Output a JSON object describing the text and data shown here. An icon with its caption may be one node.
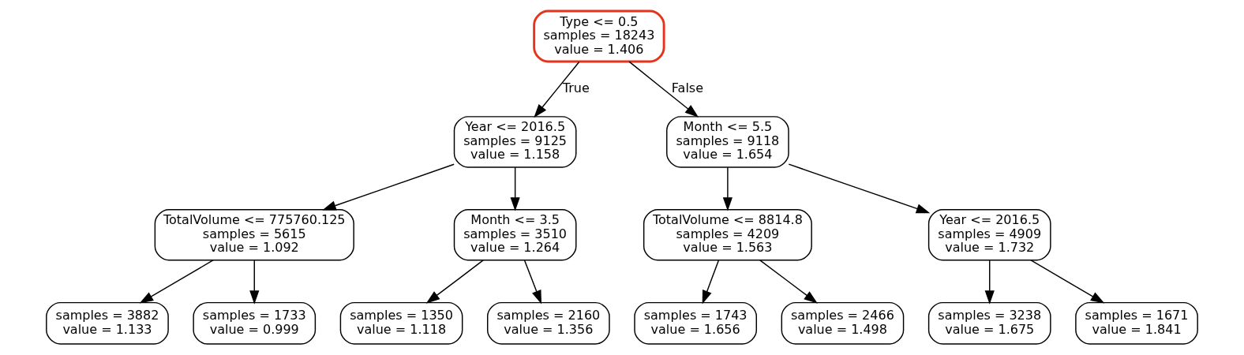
{
  "diagram": {
    "nodes": [
      {
        "text": [
          "Type <= 0.5",
          "samples = 18243",
          "value = 1.406"
        ]
      },
      {
        "text": [
          "Year <= 2016.5",
          "samples = 9125",
          "value = 1.158"
        ]
      },
      {
        "text": [
          "Month <= 5.5",
          "samples = 9118",
          "value = 1.654"
        ]
      },
      {
        "text": [
          "TotalVolume <= 775760.125",
          "samples = 5615",
          "value = 1.092"
        ]
      },
      {
        "text": [
          "Month <= 3.5",
          "samples = 3510",
          "value = 1.264"
        ]
      },
      {
        "text": [
          "TotalVolume <= 8814.8",
          "samples = 4209",
          "value = 1.563"
        ]
      },
      {
        "text": [
          "Year <= 2016.5",
          "samples = 4909",
          "value = 1.732"
        ]
      },
      {
        "text": [
          "samples = 3882",
          "value = 1.133"
        ]
      },
      {
        "text": [
          "samples = 1733",
          "value = 0.999"
        ]
      },
      {
        "text": [
          "samples = 1350",
          "value = 1.118"
        ]
      },
      {
        "text": [
          "samples = 2160",
          "value = 1.356"
        ]
      },
      {
        "text": [
          "samples = 1743",
          "value = 1.656"
        ]
      },
      {
        "text": [
          "samples = 2466",
          "value = 1.498"
        ]
      },
      {
        "text": [
          "samples = 3238",
          "value = 1.675"
        ]
      },
      {
        "text": [
          "samples = 1671",
          "value = 1.841"
        ]
      }
    ],
    "edges": [
      {
        "from": 0,
        "to": 1,
        "arrow": "to",
        "label": "True"
      },
      {
        "from": 0,
        "to": 2,
        "arrow": "to",
        "label": "False"
      },
      {
        "from": 1,
        "to": 3,
        "arrow": "to"
      },
      {
        "from": 1,
        "to": 4,
        "arrow": "to"
      },
      {
        "from": 2,
        "to": 5,
        "arrow": "to"
      },
      {
        "from": 2,
        "to": 6,
        "arrow": "to"
      },
      {
        "from": 3,
        "to": 7,
        "arrow": "to"
      },
      {
        "from": 3,
        "to": 8,
        "arrow": "to"
      },
      {
        "from": 4,
        "to": 9,
        "arrow": "to"
      },
      {
        "from": 4,
        "to": 10,
        "arrow": "to"
      },
      {
        "from": 5,
        "to": 11,
        "arrow": "to"
      },
      {
        "from": 5,
        "to": 12,
        "arrow": "to"
      },
      {
        "from": 6,
        "to": 13,
        "arrow": "to"
      },
      {
        "from": 6,
        "to": 14,
        "arrow": "to"
      }
    ]
  }
}
